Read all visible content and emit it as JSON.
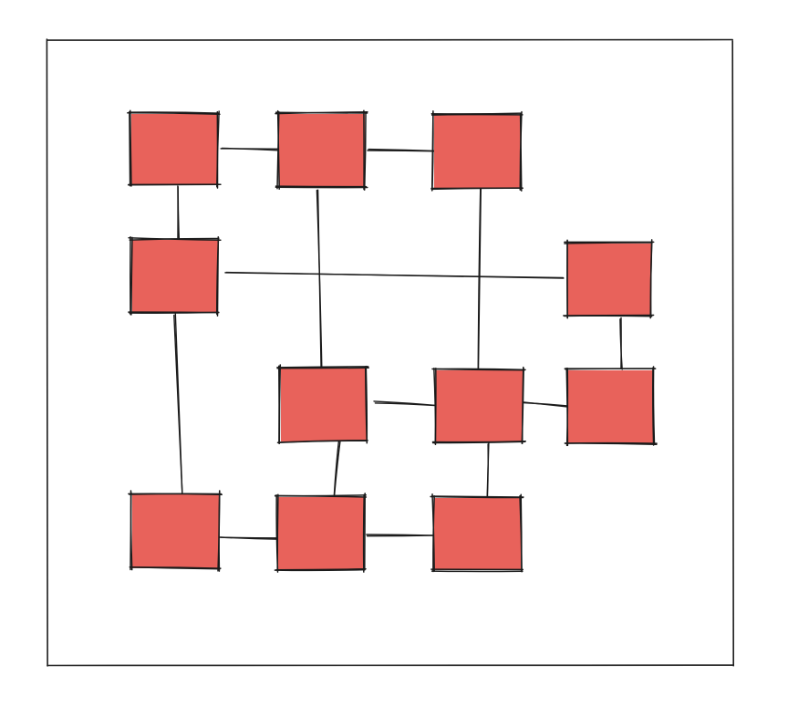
{
  "colors": {
    "background": "#ffffff",
    "node_fill": "#e8625b",
    "stroke": "#1b1b1b"
  },
  "diagram": {
    "style": "hand-drawn sketch",
    "frame": true,
    "nodes": [
      {
        "id": "n1"
      },
      {
        "id": "n2"
      },
      {
        "id": "n3"
      },
      {
        "id": "n4"
      },
      {
        "id": "n5"
      },
      {
        "id": "n6"
      },
      {
        "id": "n7"
      },
      {
        "id": "n8"
      },
      {
        "id": "n9"
      },
      {
        "id": "n10"
      },
      {
        "id": "n11"
      }
    ],
    "edges": [
      [
        "n1",
        "n2"
      ],
      [
        "n2",
        "n3"
      ],
      [
        "n1",
        "n4"
      ],
      [
        "n4",
        "n5"
      ],
      [
        "n2",
        "n6"
      ],
      [
        "n3",
        "n7"
      ],
      [
        "n5",
        "n8"
      ],
      [
        "n6",
        "n7"
      ],
      [
        "n7",
        "n8"
      ],
      [
        "n4",
        "n9"
      ],
      [
        "n6",
        "n10"
      ],
      [
        "n7",
        "n11"
      ],
      [
        "n9",
        "n10"
      ],
      [
        "n10",
        "n11"
      ]
    ]
  }
}
